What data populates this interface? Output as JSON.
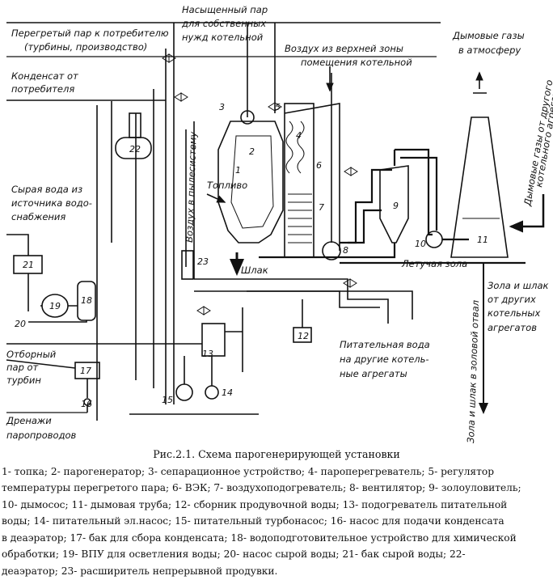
{
  "labels": {
    "superheated_steam": [
      "Перегретый пар к потребителю",
      "(турбины, производство)"
    ],
    "saturated_steam": [
      "Насыщенный пар",
      "для собственных",
      "нужд котельной"
    ],
    "air_upper_zone": [
      "Воздух из верхней зоны",
      "помещения котельной"
    ],
    "flue_gas_atm": [
      "Дымовые газы",
      "в атмосферу"
    ],
    "flue_gas_other": [
      "Дымовые газы от другого",
      "котельного агрегата"
    ],
    "condensate": [
      "Конденсат от",
      "потребителя"
    ],
    "raw_water": [
      "Сырая вода из",
      "источника водо-",
      "снабжения"
    ],
    "blowdown": "Воздух в пылесистему",
    "fuel": "Топливо",
    "slag": "Шлак",
    "fly_ash": "Летучая зола",
    "ash_slag_other": [
      "Зола и шлак",
      "от других",
      "котельных",
      "агрегатов"
    ],
    "ash_dump": "Зола и шлак в золовой отвал",
    "feed_water_other": [
      "Питательная вода",
      "на другие котель-",
      "ные агрегаты"
    ],
    "extraction_steam": [
      "Отборный",
      "пар от",
      "турбин"
    ],
    "drains": [
      "Дренажи",
      "паропроводов"
    ]
  },
  "numbers": [
    "1",
    "2",
    "3",
    "4",
    "5",
    "6",
    "7",
    "8",
    "9",
    "10",
    "11",
    "12",
    "13",
    "14",
    "15",
    "16",
    "17",
    "18",
    "19",
    "20",
    "21",
    "22",
    "23"
  ],
  "caption": {
    "title": "Рис.2.1. Схема парогенерирующей установки",
    "lines": [
      "1- топка; 2- парогенератор; 3- сепарационное устройство; 4- пароперегреватель; 5- регулятор",
      "температуры перегретого пара; 6- ВЭК; 7- воздухоподогреватель; 8- вентилятор; 9- золоуловитель;",
      "10- дымосос; 11- дымовая труба; 12- сборник продувочной воды; 13- подогреватель питательной",
      " воды;  14- питательный эл.насос; 15- питательный турбонасос; 16- насос для подачи конденсата",
      "в деаэратор; 17- бак для сбора конденсата; 18- водоподготовительное устройство для химической",
      "обработки; 19- ВПУ для осветления воды; 20- насос сырой воды; 21- бак сырой воды; 22-",
      "деаэратор; 23- расширитель непрерывной продувки."
    ]
  }
}
